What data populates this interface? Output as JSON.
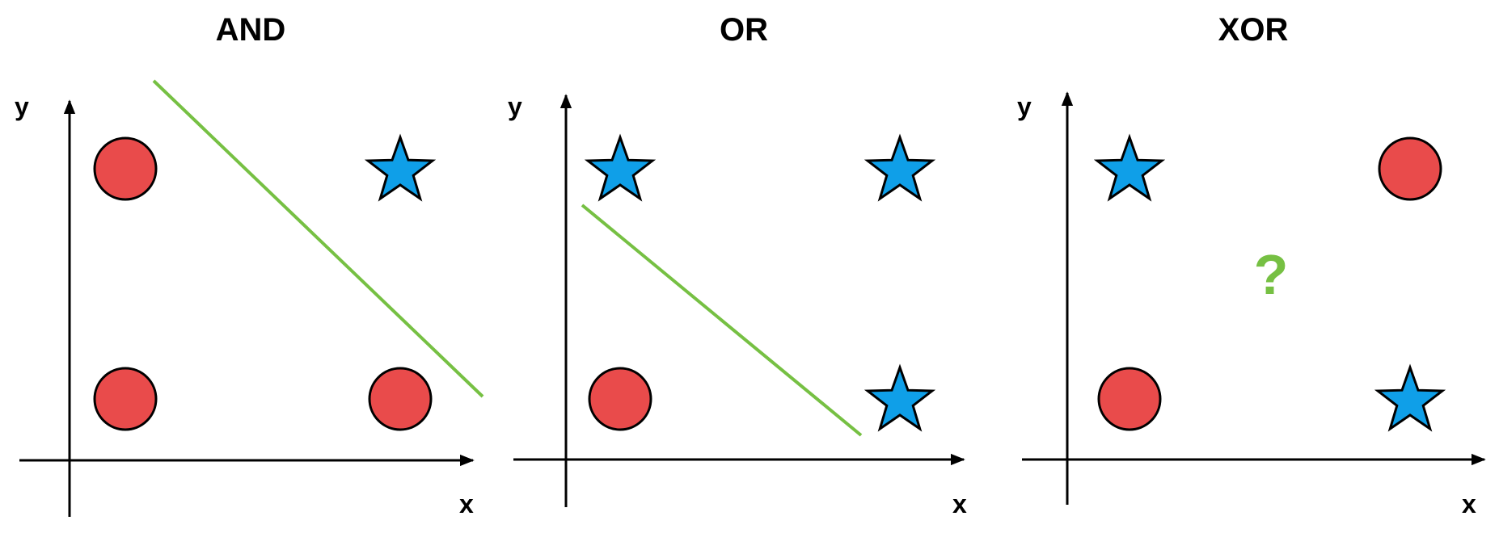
{
  "colors": {
    "circle_fill": "#e94b4b",
    "star_fill": "#0f9fe8",
    "separator": "#76c043",
    "stroke": "#000000"
  },
  "panels": [
    {
      "id": "and",
      "title": "AND",
      "x_label": "x",
      "y_label": "y",
      "points": [
        {
          "row": "top",
          "col": "left",
          "marker": "circle"
        },
        {
          "row": "top",
          "col": "right",
          "marker": "star"
        },
        {
          "row": "bottom",
          "col": "left",
          "marker": "circle"
        },
        {
          "row": "bottom",
          "col": "right",
          "marker": "circle"
        }
      ],
      "has_separator": true,
      "question_mark": ""
    },
    {
      "id": "or",
      "title": "OR",
      "x_label": "x",
      "y_label": "y",
      "points": [
        {
          "row": "top",
          "col": "left",
          "marker": "star"
        },
        {
          "row": "top",
          "col": "right",
          "marker": "star"
        },
        {
          "row": "bottom",
          "col": "left",
          "marker": "circle"
        },
        {
          "row": "bottom",
          "col": "right",
          "marker": "star"
        }
      ],
      "has_separator": true,
      "question_mark": ""
    },
    {
      "id": "xor",
      "title": "XOR",
      "x_label": "x",
      "y_label": "y",
      "points": [
        {
          "row": "top",
          "col": "left",
          "marker": "star"
        },
        {
          "row": "top",
          "col": "right",
          "marker": "circle"
        },
        {
          "row": "bottom",
          "col": "left",
          "marker": "circle"
        },
        {
          "row": "bottom",
          "col": "right",
          "marker": "star"
        }
      ],
      "has_separator": false,
      "question_mark": "?"
    }
  ]
}
